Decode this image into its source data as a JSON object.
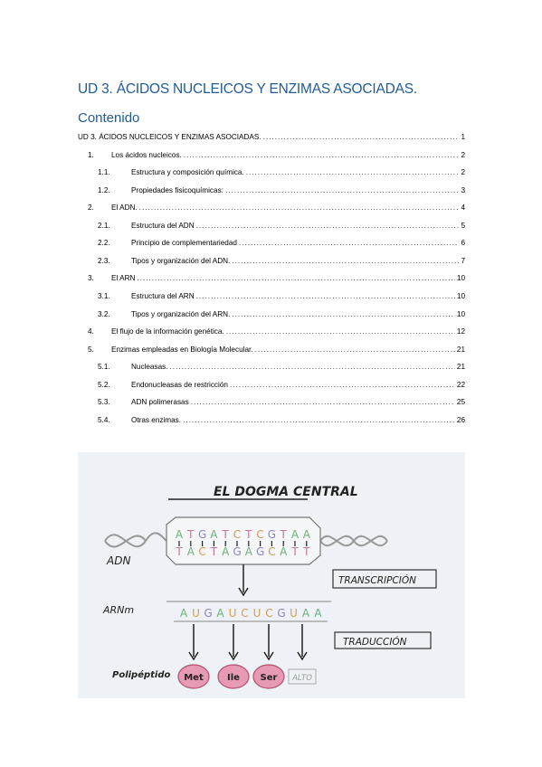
{
  "document": {
    "heading": "UD 3. ÁCIDOS NUCLEICOS Y ENZIMAS ASOCIADAS.",
    "toc_title": "Contenido",
    "toc": [
      {
        "num": "",
        "label": "UD 3. ÁCIDOS NUCLEICOS Y ENZIMAS ASOCIADAS.",
        "page": "1",
        "level": 0
      },
      {
        "num": "1.",
        "label": "Los ácidos nucleicos.",
        "page": "2",
        "level": 1
      },
      {
        "num": "1.1.",
        "label": "Estructura y composición química.",
        "page": "2",
        "level": 2
      },
      {
        "num": "1.2.",
        "label": "Propiedades fisicoquímicas:",
        "page": "3",
        "level": 2
      },
      {
        "num": "2.",
        "label": "El ADN.",
        "page": "4",
        "level": 1
      },
      {
        "num": "2.1.",
        "label": "Estructura del ADN",
        "page": "5",
        "level": 2
      },
      {
        "num": "2.2.",
        "label": "Principio de complementariedad",
        "page": "6",
        "level": 2
      },
      {
        "num": "2.3.",
        "label": "Tipos y organización del ADN.",
        "page": "7",
        "level": 2
      },
      {
        "num": "3.",
        "label": "El ARN",
        "page": "10",
        "level": 1
      },
      {
        "num": "3.1.",
        "label": "Estructura del ARN",
        "page": "10",
        "level": 2
      },
      {
        "num": "3.2.",
        "label": "Tipos y organización del ARN.",
        "page": "10",
        "level": 2
      },
      {
        "num": "4.",
        "label": "El flujo de la información genética.",
        "page": "12",
        "level": 1
      },
      {
        "num": "5.",
        "label": "Enzimas empleadas en Biología Molecular.",
        "page": "21",
        "level": 1
      },
      {
        "num": "5.1.",
        "label": "Nucleasas.",
        "page": "21",
        "level": 2
      },
      {
        "num": "5.2.",
        "label": "Endonucleasas de restricción",
        "page": "22",
        "level": 2
      },
      {
        "num": "5.3.",
        "label": "ADN polimerasas",
        "page": "25",
        "level": 2
      },
      {
        "num": "5.4.",
        "label": "Otras enzimas.",
        "page": "26",
        "level": 2
      }
    ]
  },
  "figure": {
    "title": "EL DOGMA CENTRAL",
    "adn_label": "ADN",
    "arnm_label": "ARNm",
    "polipeptido_label": "Polipéptido",
    "transcripcion_label": "TRANSCRIPCIÓN",
    "traduccion_label": "TRADUCCIÓN",
    "dna_top": [
      "A",
      "T",
      "G",
      "A",
      "T",
      "C",
      "T",
      "C",
      "G",
      "T",
      "A",
      "A"
    ],
    "dna_bottom": [
      "T",
      "A",
      "C",
      "T",
      "A",
      "G",
      "A",
      "G",
      "C",
      "A",
      "T",
      "T"
    ],
    "mrna": [
      "A",
      "U",
      "G",
      "A",
      "U",
      "C",
      "U",
      "C",
      "G",
      "U",
      "A",
      "A"
    ],
    "amino_acids": [
      "Met",
      "Ile",
      "Ser"
    ],
    "stop": "ALTO",
    "base_colors": {
      "A": "#6bb07a",
      "T": "#c7739a",
      "G": "#8a87c9",
      "C": "#d19a5b",
      "U": "#d6a24a"
    }
  }
}
